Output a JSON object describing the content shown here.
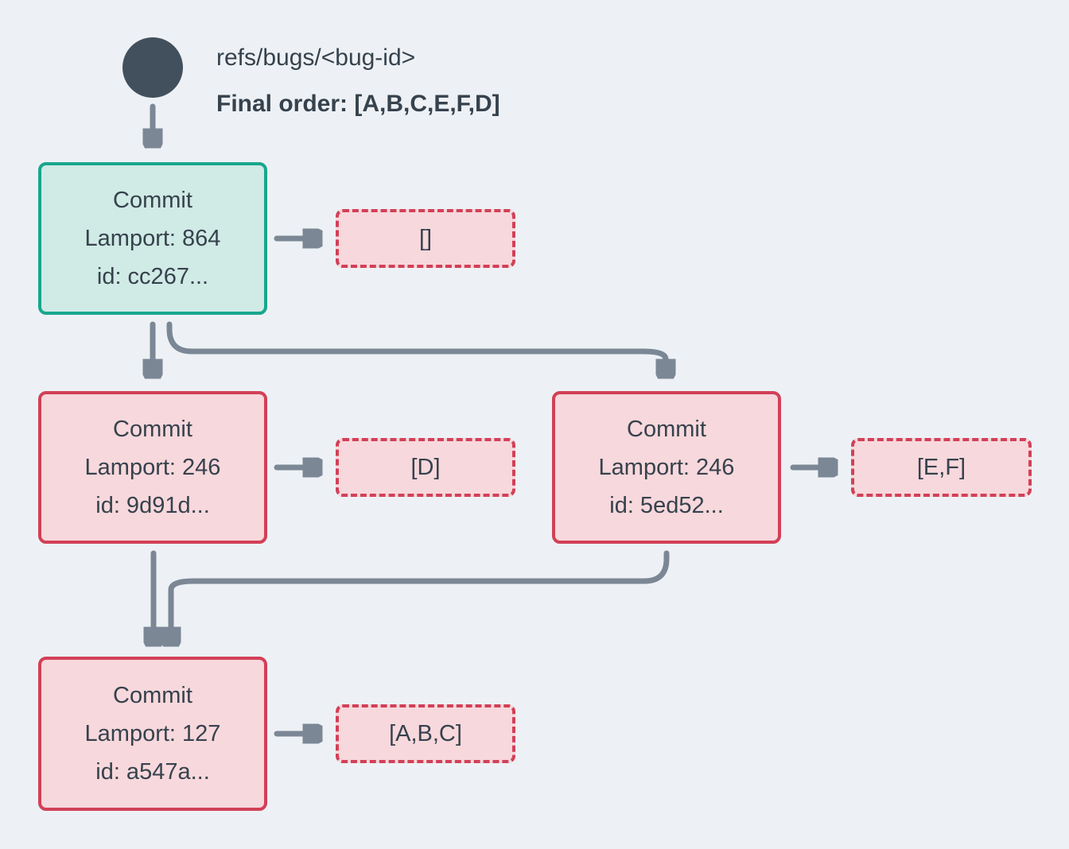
{
  "colors": {
    "background": "#edf1f5",
    "slate": "#42505d",
    "text": "#36424d",
    "arrow": "#7b8795",
    "teal-border": "#18a78e",
    "teal-fill": "#d0eae5",
    "red-border": "#d24057",
    "pink-fill": "#f7d8dc"
  },
  "header": {
    "ref_name": "refs/bugs/<bug-id>",
    "final_order": "Final order: [A,B,C,E,F,D]"
  },
  "commits": [
    {
      "label": "Commit",
      "lamport": "Lamport: 864",
      "id": "id: cc267...",
      "payload": "[]"
    },
    {
      "label": "Commit",
      "lamport": "Lamport: 246",
      "id": "id: 9d91d...",
      "payload": "[D]"
    },
    {
      "label": "Commit",
      "lamport": "Lamport: 246",
      "id": "id: 5ed52...",
      "payload": "[E,F]"
    },
    {
      "label": "Commit",
      "lamport": "Lamport: 127",
      "id": "id: a547a...",
      "payload": "[A,B,C]"
    }
  ]
}
